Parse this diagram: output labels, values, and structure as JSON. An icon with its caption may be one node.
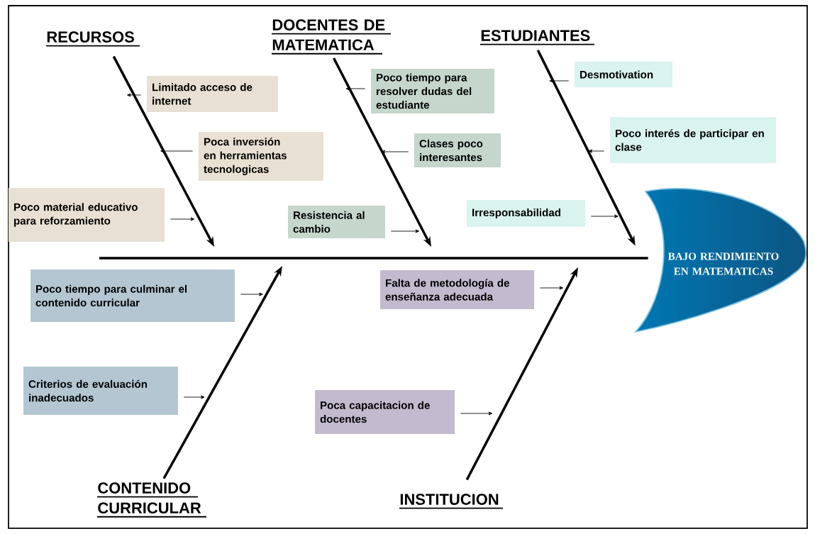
{
  "diagram": {
    "nodes": [
      {
        "text": [
          "RECURSOS"
        ]
      },
      {
        "text": [
          "DOCENTES DE MATEMATICA"
        ]
      },
      {
        "text": [
          "ESTUDIANTES"
        ]
      },
      {
        "text": [
          "Limitado acceso de internet"
        ]
      },
      {
        "text": [
          "Poco tiempo para resolver dudas del estudiante"
        ]
      },
      {
        "text": [
          "Desmotivation"
        ]
      },
      {
        "text": [
          "Poca inversión en herramientas tecnologicas"
        ]
      },
      {
        "text": [
          "Clases poco interesantes"
        ]
      },
      {
        "text": [
          "Poco interés de participar en clase"
        ]
      },
      {
        "text": [
          "Poco material educativo para reforzamiento"
        ]
      },
      {
        "text": [
          "Resistencia al cambio"
        ]
      },
      {
        "text": [
          "Irresponsabilidad"
        ]
      },
      {
        "text": [
          "BAJO RENDIMIENTO EN MATEMATICAS"
        ]
      },
      {
        "text": [
          "Poco tiempo para culminar el contenido curricular"
        ]
      },
      {
        "text": [
          "Falta de metodología de enseñanza adecuada"
        ]
      },
      {
        "text": [
          "Criterios de evaluación inadecuados"
        ]
      },
      {
        "text": [
          "Poca capacitacion de docentes"
        ]
      },
      {
        "text": [
          "CONTENIDO CURRICULAR"
        ]
      },
      {
        "text": [
          "INSTITUCION"
        ]
      }
    ],
    "edges": [
      {
        "from": 0,
        "to": null,
        "arrow": "to",
        "style": "thick"
      },
      {
        "from": 1,
        "to": null,
        "arrow": "to",
        "style": "thick"
      },
      {
        "from": 2,
        "to": 12,
        "arrow": "to",
        "style": "thick"
      },
      {
        "from": 17,
        "to": null,
        "arrow": "to",
        "style": "thick"
      },
      {
        "from": 18,
        "to": null,
        "arrow": "to",
        "style": "thick"
      },
      {
        "from": null,
        "to": 12,
        "arrow": "none",
        "style": "thick"
      },
      {
        "from": 3,
        "to": null,
        "arrow": "to"
      },
      {
        "from": 6,
        "to": null,
        "arrow": "to"
      },
      {
        "from": 9,
        "to": null,
        "arrow": "to"
      },
      {
        "from": 4,
        "to": null,
        "arrow": "to"
      },
      {
        "from": 7,
        "to": null,
        "arrow": "to"
      },
      {
        "from": 10,
        "to": null,
        "arrow": "to"
      },
      {
        "from": 5,
        "to": null,
        "arrow": "to"
      },
      {
        "from": 8,
        "to": null,
        "arrow": "to"
      },
      {
        "from": 11,
        "to": null,
        "arrow": "to"
      },
      {
        "from": 13,
        "to": null,
        "arrow": "to"
      },
      {
        "from": 15,
        "to": null,
        "arrow": "to"
      },
      {
        "from": 14,
        "to": null,
        "arrow": "to"
      },
      {
        "from": 16,
        "to": null,
        "arrow": "to"
      }
    ]
  }
}
